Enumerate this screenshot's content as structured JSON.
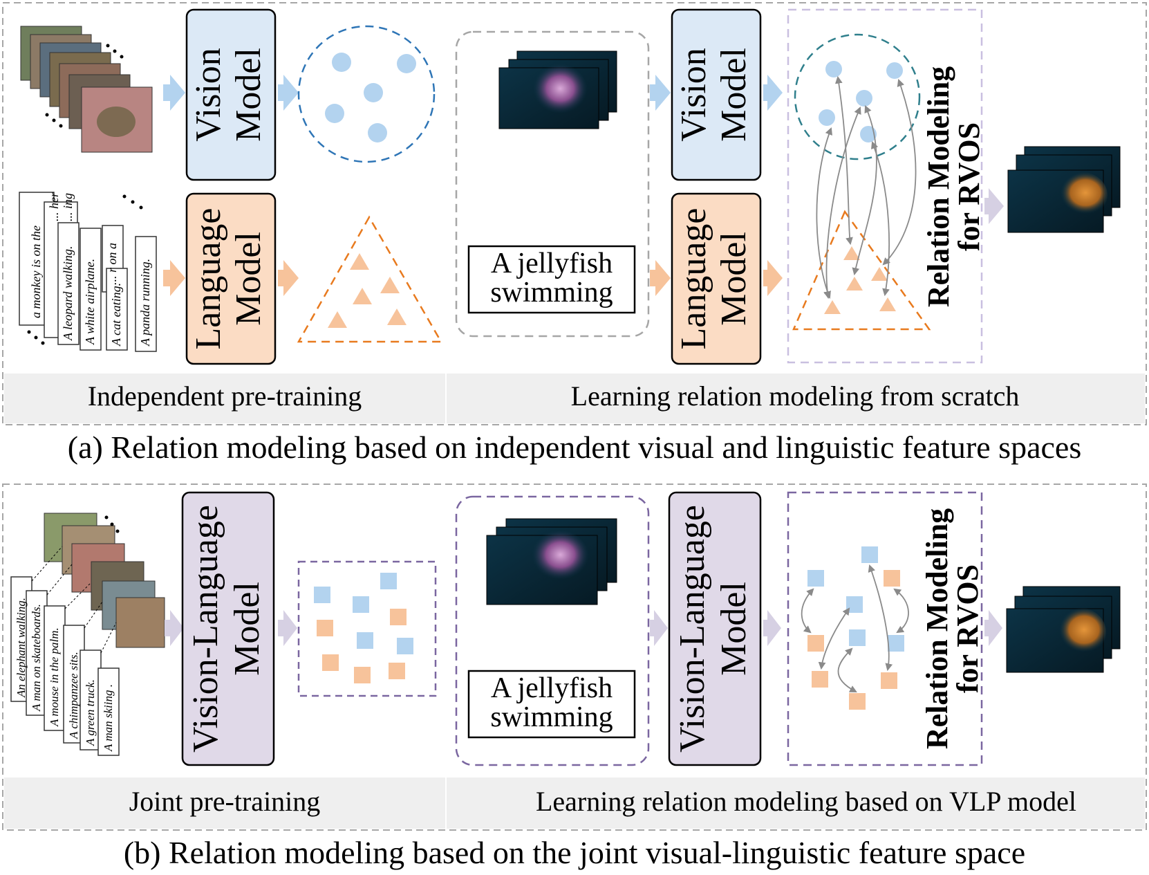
{
  "panel_a": {
    "vision_model_label": [
      "Vision",
      "Model"
    ],
    "language_model_label": [
      "Language",
      "Model"
    ],
    "sentences": [
      "a monkey is on the",
      "... her",
      "... ing",
      "A leopard walking.",
      "A white airplane.",
      "... r on a",
      "A cat eating.",
      "A panda running."
    ],
    "query_text": [
      "A jellyfish",
      "swimming"
    ],
    "relation_label": [
      "Relation Modeling",
      "for RVOS"
    ],
    "left_strip": "Independent pre-training",
    "right_strip": "Learning relation modeling from scratch",
    "caption": "(a) Relation modeling based on independent visual and linguistic feature spaces"
  },
  "panel_b": {
    "vlp_model_label": [
      "Vision-Language",
      "Model"
    ],
    "sentences": [
      "An elephant walking.",
      "A man on skateboards.",
      "A mouse in the palm.",
      "A chimpanzee sits.",
      "A green truck.",
      "A man skiing ."
    ],
    "query_text": [
      "A jellyfish",
      "swimming"
    ],
    "relation_label": [
      "Relation Modeling",
      "for RVOS"
    ],
    "left_strip": "Joint pre-training",
    "right_strip": "Learning relation modeling based on VLP model",
    "caption": "(b) Relation modeling based on the joint visual-linguistic feature space"
  },
  "colors": {
    "vision_fill": "#dce9f6",
    "language_fill": "#fbdcc4",
    "vlp_fill": "#e0d9e8",
    "vision_dot": "#b3d3ef",
    "language_dot": "#f7c39b",
    "blue_dash": "#2e75b6",
    "orange_dash": "#e87a1e",
    "purple_dash": "#7a66a0",
    "teal_dash": "#2f7f8c",
    "strip": "#efefef",
    "arrow_blue": "#b3d3ef",
    "arrow_orange": "#f7c39b",
    "arrow_purple": "#d6d0e3"
  }
}
